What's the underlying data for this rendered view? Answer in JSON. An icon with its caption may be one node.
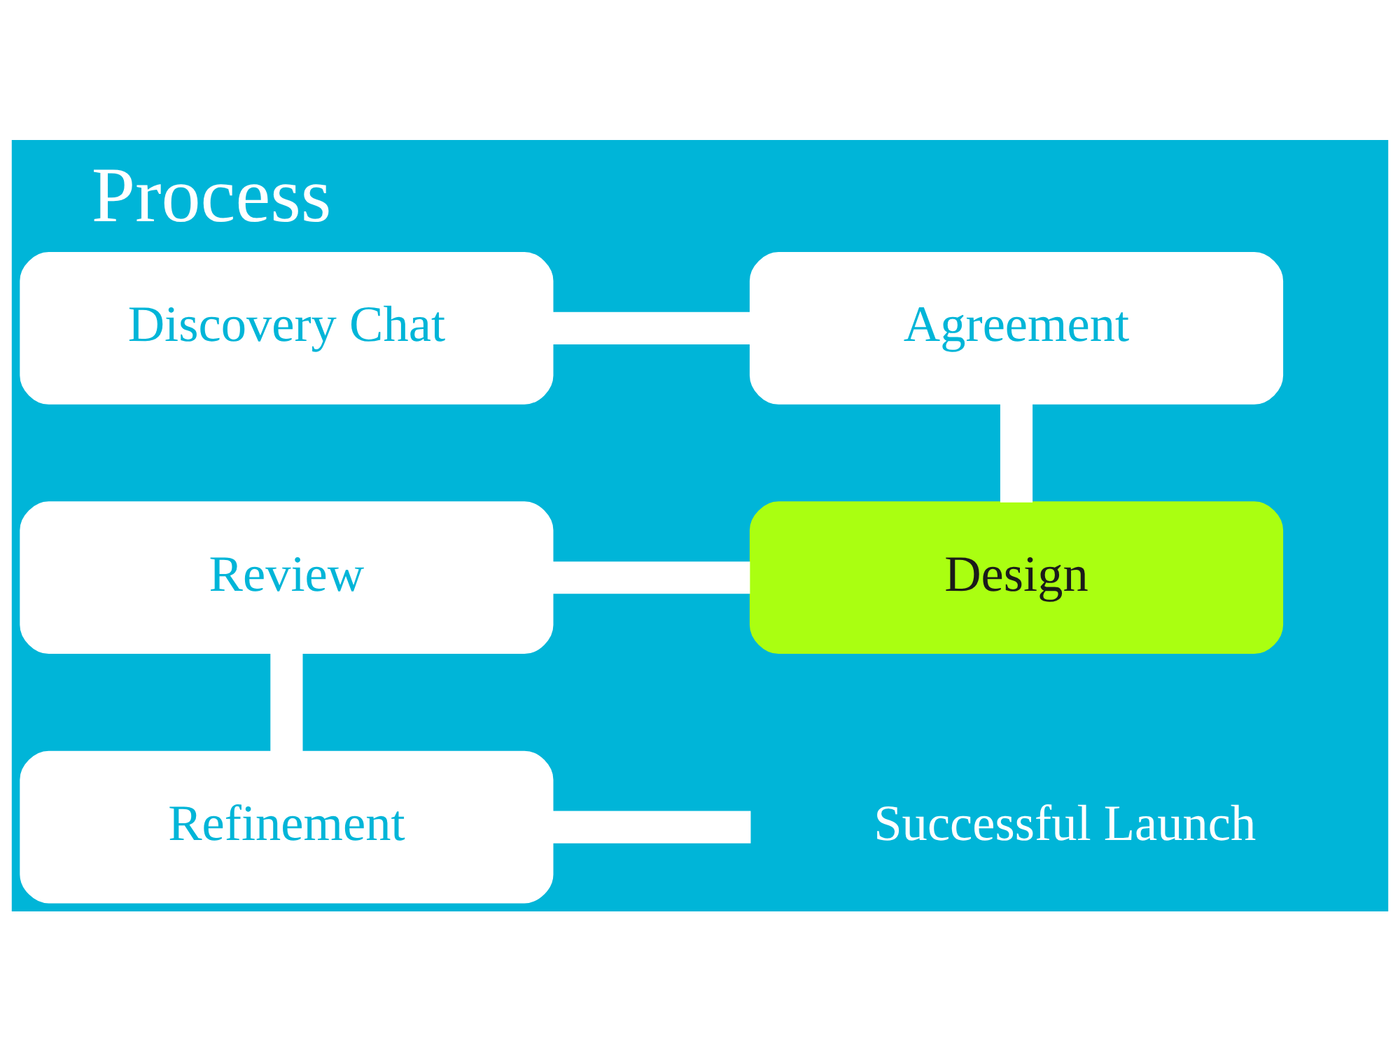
{
  "diagram": {
    "title": "Process",
    "nodes": [
      {
        "text": [
          "Discovery Chat"
        ]
      },
      {
        "text": [
          "Agreement"
        ]
      },
      {
        "text": [
          "Design"
        ]
      },
      {
        "text": [
          "Review"
        ]
      },
      {
        "text": [
          "Refinement"
        ]
      },
      {
        "text": [
          "Successful Launch"
        ]
      }
    ],
    "edges": [
      {
        "from": 0,
        "to": 1,
        "arrow": "none"
      },
      {
        "from": 1,
        "to": 2,
        "arrow": "none"
      },
      {
        "from": 2,
        "to": 3,
        "arrow": "none"
      },
      {
        "from": 3,
        "to": 4,
        "arrow": "none"
      },
      {
        "from": 4,
        "to": 5,
        "arrow": "none"
      }
    ]
  }
}
